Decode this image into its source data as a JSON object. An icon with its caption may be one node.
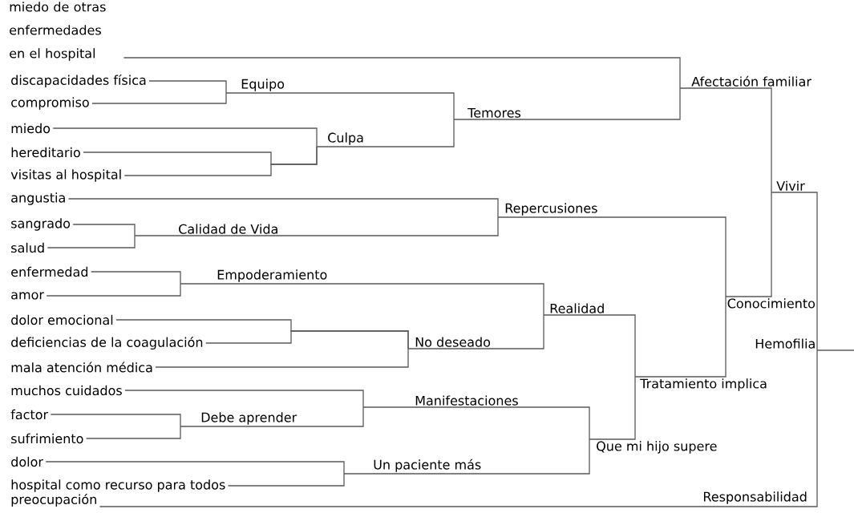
{
  "diagram": {
    "nodes": [
      {
        "text": [
          "miedo de otras enfermedades en el hospital"
        ]
      },
      {
        "text": [
          "Afectación familiar"
        ]
      },
      {
        "text": [
          "discapacidades física"
        ]
      },
      {
        "text": [
          "Equipo"
        ]
      },
      {
        "text": [
          "compromiso"
        ]
      },
      {
        "text": [
          "Temores"
        ]
      },
      {
        "text": [
          "miedo"
        ]
      },
      {
        "text": [
          "Culpa"
        ]
      },
      {
        "text": [
          "hereditario"
        ]
      },
      {
        "text": [
          "visitas al hospital"
        ]
      },
      {
        "text": [
          "Vivir"
        ]
      },
      {
        "text": [
          "angustia"
        ]
      },
      {
        "text": [
          "Repercusiones"
        ]
      },
      {
        "text": [
          "Calidad de Vida"
        ]
      },
      {
        "text": [
          "sangrado"
        ]
      },
      {
        "text": [
          "salud"
        ]
      },
      {
        "text": [
          "enfermedad"
        ]
      },
      {
        "text": [
          "Empoderamiento"
        ]
      },
      {
        "text": [
          "Conocimiento"
        ]
      },
      {
        "text": [
          "amor"
        ]
      },
      {
        "text": [
          "Realidad"
        ]
      },
      {
        "text": [
          "dolor emocional"
        ]
      },
      {
        "text": [
          "Hemofilia"
        ]
      },
      {
        "text": [
          "No deseado"
        ]
      },
      {
        "text": [
          "deficiencias de la coagulación"
        ]
      },
      {
        "text": [
          "mala atención médica"
        ]
      },
      {
        "text": [
          "Tratamiento implica"
        ]
      },
      {
        "text": [
          "muchos cuidados"
        ]
      },
      {
        "text": [
          "Manifestaciones"
        ]
      },
      {
        "text": [
          "factor"
        ]
      },
      {
        "text": [
          "Debe aprender"
        ]
      },
      {
        "text": [
          "sufrimiento"
        ]
      },
      {
        "text": [
          "Que mi hijo supere"
        ]
      },
      {
        "text": [
          "dolor"
        ]
      },
      {
        "text": [
          "Un paciente más"
        ]
      },
      {
        "text": [
          "hospital como recurso para todos"
        ]
      },
      {
        "text": [
          "preocupación"
        ]
      }
    ],
    "edges": [
      {
        "from": 0,
        "to": 1,
        "arrow": "none"
      },
      {
        "from": 5,
        "to": 1,
        "arrow": "none"
      },
      {
        "from": 2,
        "to": 3,
        "arrow": "none"
      },
      {
        "from": 4,
        "to": 3,
        "arrow": "none"
      },
      {
        "from": 3,
        "to": 5,
        "arrow": "none"
      },
      {
        "from": 7,
        "to": 5,
        "arrow": "none"
      },
      {
        "from": 6,
        "to": 7,
        "arrow": "none"
      },
      {
        "from": 8,
        "to": 7,
        "arrow": "none"
      },
      {
        "from": 9,
        "to": 7,
        "arrow": "none"
      },
      {
        "from": 1,
        "to": 10,
        "arrow": "none"
      },
      {
        "from": 18,
        "to": 10,
        "arrow": "none"
      },
      {
        "from": 10,
        "to": 22,
        "arrow": "none"
      },
      {
        "from": 36,
        "to": 22,
        "arrow": "none",
        "label": "Responsabilidad"
      },
      {
        "from": 22,
        "to": null,
        "arrow": "none"
      },
      {
        "from": 11,
        "to": 12,
        "arrow": "none"
      },
      {
        "from": 13,
        "to": 12,
        "arrow": "none"
      },
      {
        "from": 14,
        "to": 13,
        "arrow": "none"
      },
      {
        "from": 15,
        "to": 13,
        "arrow": "none"
      },
      {
        "from": 12,
        "to": 18,
        "arrow": "none"
      },
      {
        "from": 26,
        "to": 18,
        "arrow": "none"
      },
      {
        "from": 16,
        "to": 17,
        "arrow": "none"
      },
      {
        "from": 19,
        "to": 17,
        "arrow": "none"
      },
      {
        "from": 17,
        "to": 20,
        "arrow": "none"
      },
      {
        "from": 23,
        "to": 20,
        "arrow": "none"
      },
      {
        "from": 20,
        "to": 26,
        "arrow": "none"
      },
      {
        "from": 32,
        "to": 26,
        "arrow": "none"
      },
      {
        "from": 21,
        "to": 23,
        "arrow": "none"
      },
      {
        "from": 24,
        "to": 23,
        "arrow": "none"
      },
      {
        "from": 25,
        "to": 23,
        "arrow": "none"
      },
      {
        "from": 27,
        "to": 28,
        "arrow": "none"
      },
      {
        "from": 30,
        "to": 28,
        "arrow": "none"
      },
      {
        "from": 29,
        "to": 30,
        "arrow": "none"
      },
      {
        "from": 31,
        "to": 30,
        "arrow": "none"
      },
      {
        "from": 28,
        "to": 32,
        "arrow": "none"
      },
      {
        "from": 34,
        "to": 32,
        "arrow": "none"
      },
      {
        "from": 33,
        "to": 34,
        "arrow": "none"
      },
      {
        "from": 35,
        "to": 34,
        "arrow": "none"
      }
    ]
  }
}
